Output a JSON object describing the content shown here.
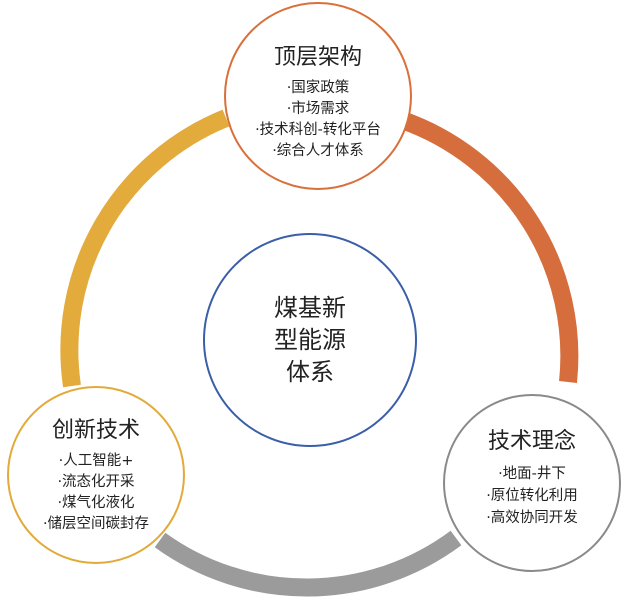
{
  "center": {
    "lines": [
      "煤基新",
      "型能源",
      "体系"
    ],
    "color": "#3a5ea8"
  },
  "nodes": {
    "top": {
      "title": "顶层架构",
      "items": [
        "·国家政策",
        "·市场需求",
        "·技术科创-转化平台",
        "·综合人才体系"
      ],
      "border_color": "#d9703a"
    },
    "left": {
      "title": "创新技术",
      "items": [
        "·人工智能+",
        "·流态化开采",
        "·煤气化液化",
        "·储层空间碳封存"
      ],
      "border_color": "#e1aa3a"
    },
    "right": {
      "title": "技术理念",
      "items": [
        "·地面-井下",
        "·原位转化利用",
        "·高效协同开发"
      ],
      "border_color": "#8a8a8a"
    }
  },
  "ring_colors": {
    "top_to_right": "#d56e3c",
    "right_to_left": "#9b9b9b",
    "left_to_top": "#e2ab3c"
  }
}
